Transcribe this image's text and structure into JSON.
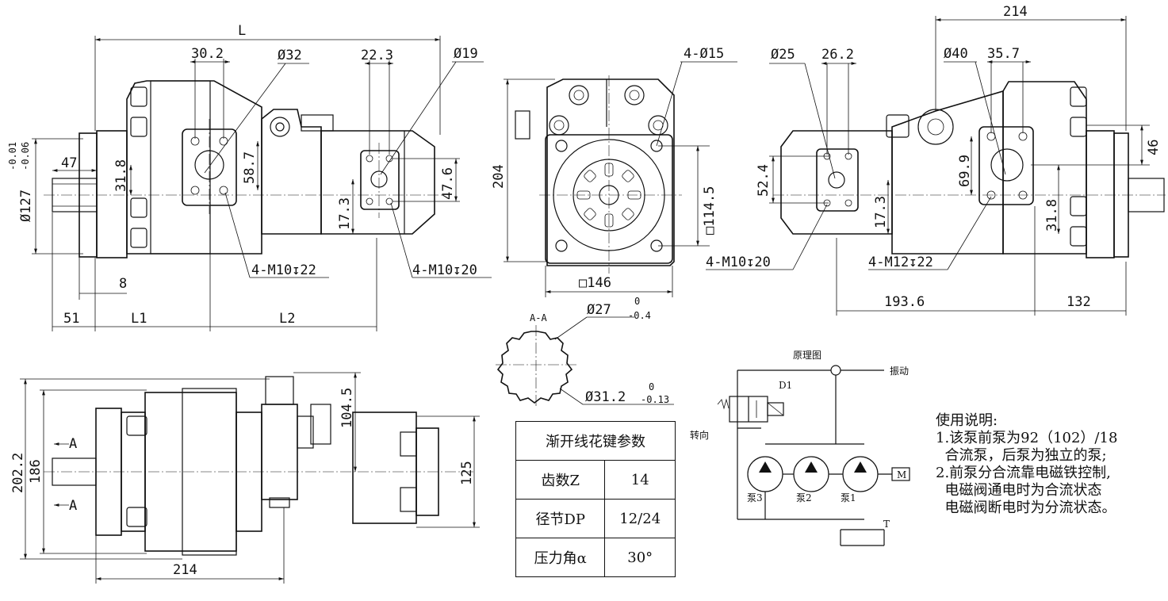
{
  "dims": {
    "L": "L",
    "d302": "30.2",
    "phi32": "Ø32",
    "d223": "22.3",
    "phi19": "Ø19",
    "tol_up": "-0.01",
    "tol_low": "-0.06",
    "d47": "47",
    "phi127": "Ø127",
    "d318": "31.8",
    "d587": "58.7",
    "d476": "47.6",
    "d173": "17.3",
    "m10_22": "4-M10↧22",
    "m10_20": "4-M10↧20",
    "d8": "8",
    "d51": "51",
    "L1": "L1",
    "L2": "L2",
    "phi15": "4-Ø15",
    "d204": "204",
    "sq1145": "□114.5",
    "sq146": "□146",
    "d214": "214",
    "phi25": "Ø25",
    "d262": "26.2",
    "phi40": "Ø40",
    "d357": "35.7",
    "d46": "46",
    "d699": "69.9",
    "d524": "52.4",
    "d173b": "17.3",
    "d318b": "31.8",
    "m10_20b": "4-M10↧20",
    "m12_22": "4-M12↧22",
    "d1936": "193.6",
    "d132": "132",
    "d2022": "202.2",
    "d186": "186",
    "d1045": "104.5",
    "d125": "125",
    "d214b": "214",
    "secA_top": "A",
    "secA_bot": "A",
    "aa": "A-A",
    "phi27": "Ø27",
    "phi27_up": "0",
    "phi27_low": "-0.4",
    "phi312": "Ø31.2",
    "phi312_up": "0",
    "phi312_low": "-0.13"
  },
  "spline_table": {
    "title": "渐开线花键参数",
    "rows": [
      {
        "label": "齿数Z",
        "value": "14"
      },
      {
        "label": "径节DP",
        "value": "12/24"
      },
      {
        "label": "压力角α",
        "value": "30°"
      }
    ]
  },
  "schematic": {
    "title": "原理图",
    "vibration": "振动",
    "rotation": "转向",
    "valve": "D1",
    "pump3": "泵3",
    "pump2": "泵2",
    "pump1": "泵1",
    "motor": "M",
    "tank": "T"
  },
  "notes": {
    "title": "使用说明:",
    "line1": "1.该泵前泵为92（102）/18",
    "line2": "  合流泵，后泵为独立的泵;",
    "line3": "2.前泵分合流靠电磁铁控制,",
    "line4": "  电磁阀通电时为合流状态",
    "line5": "  电磁阀断电时为分流状态。"
  }
}
